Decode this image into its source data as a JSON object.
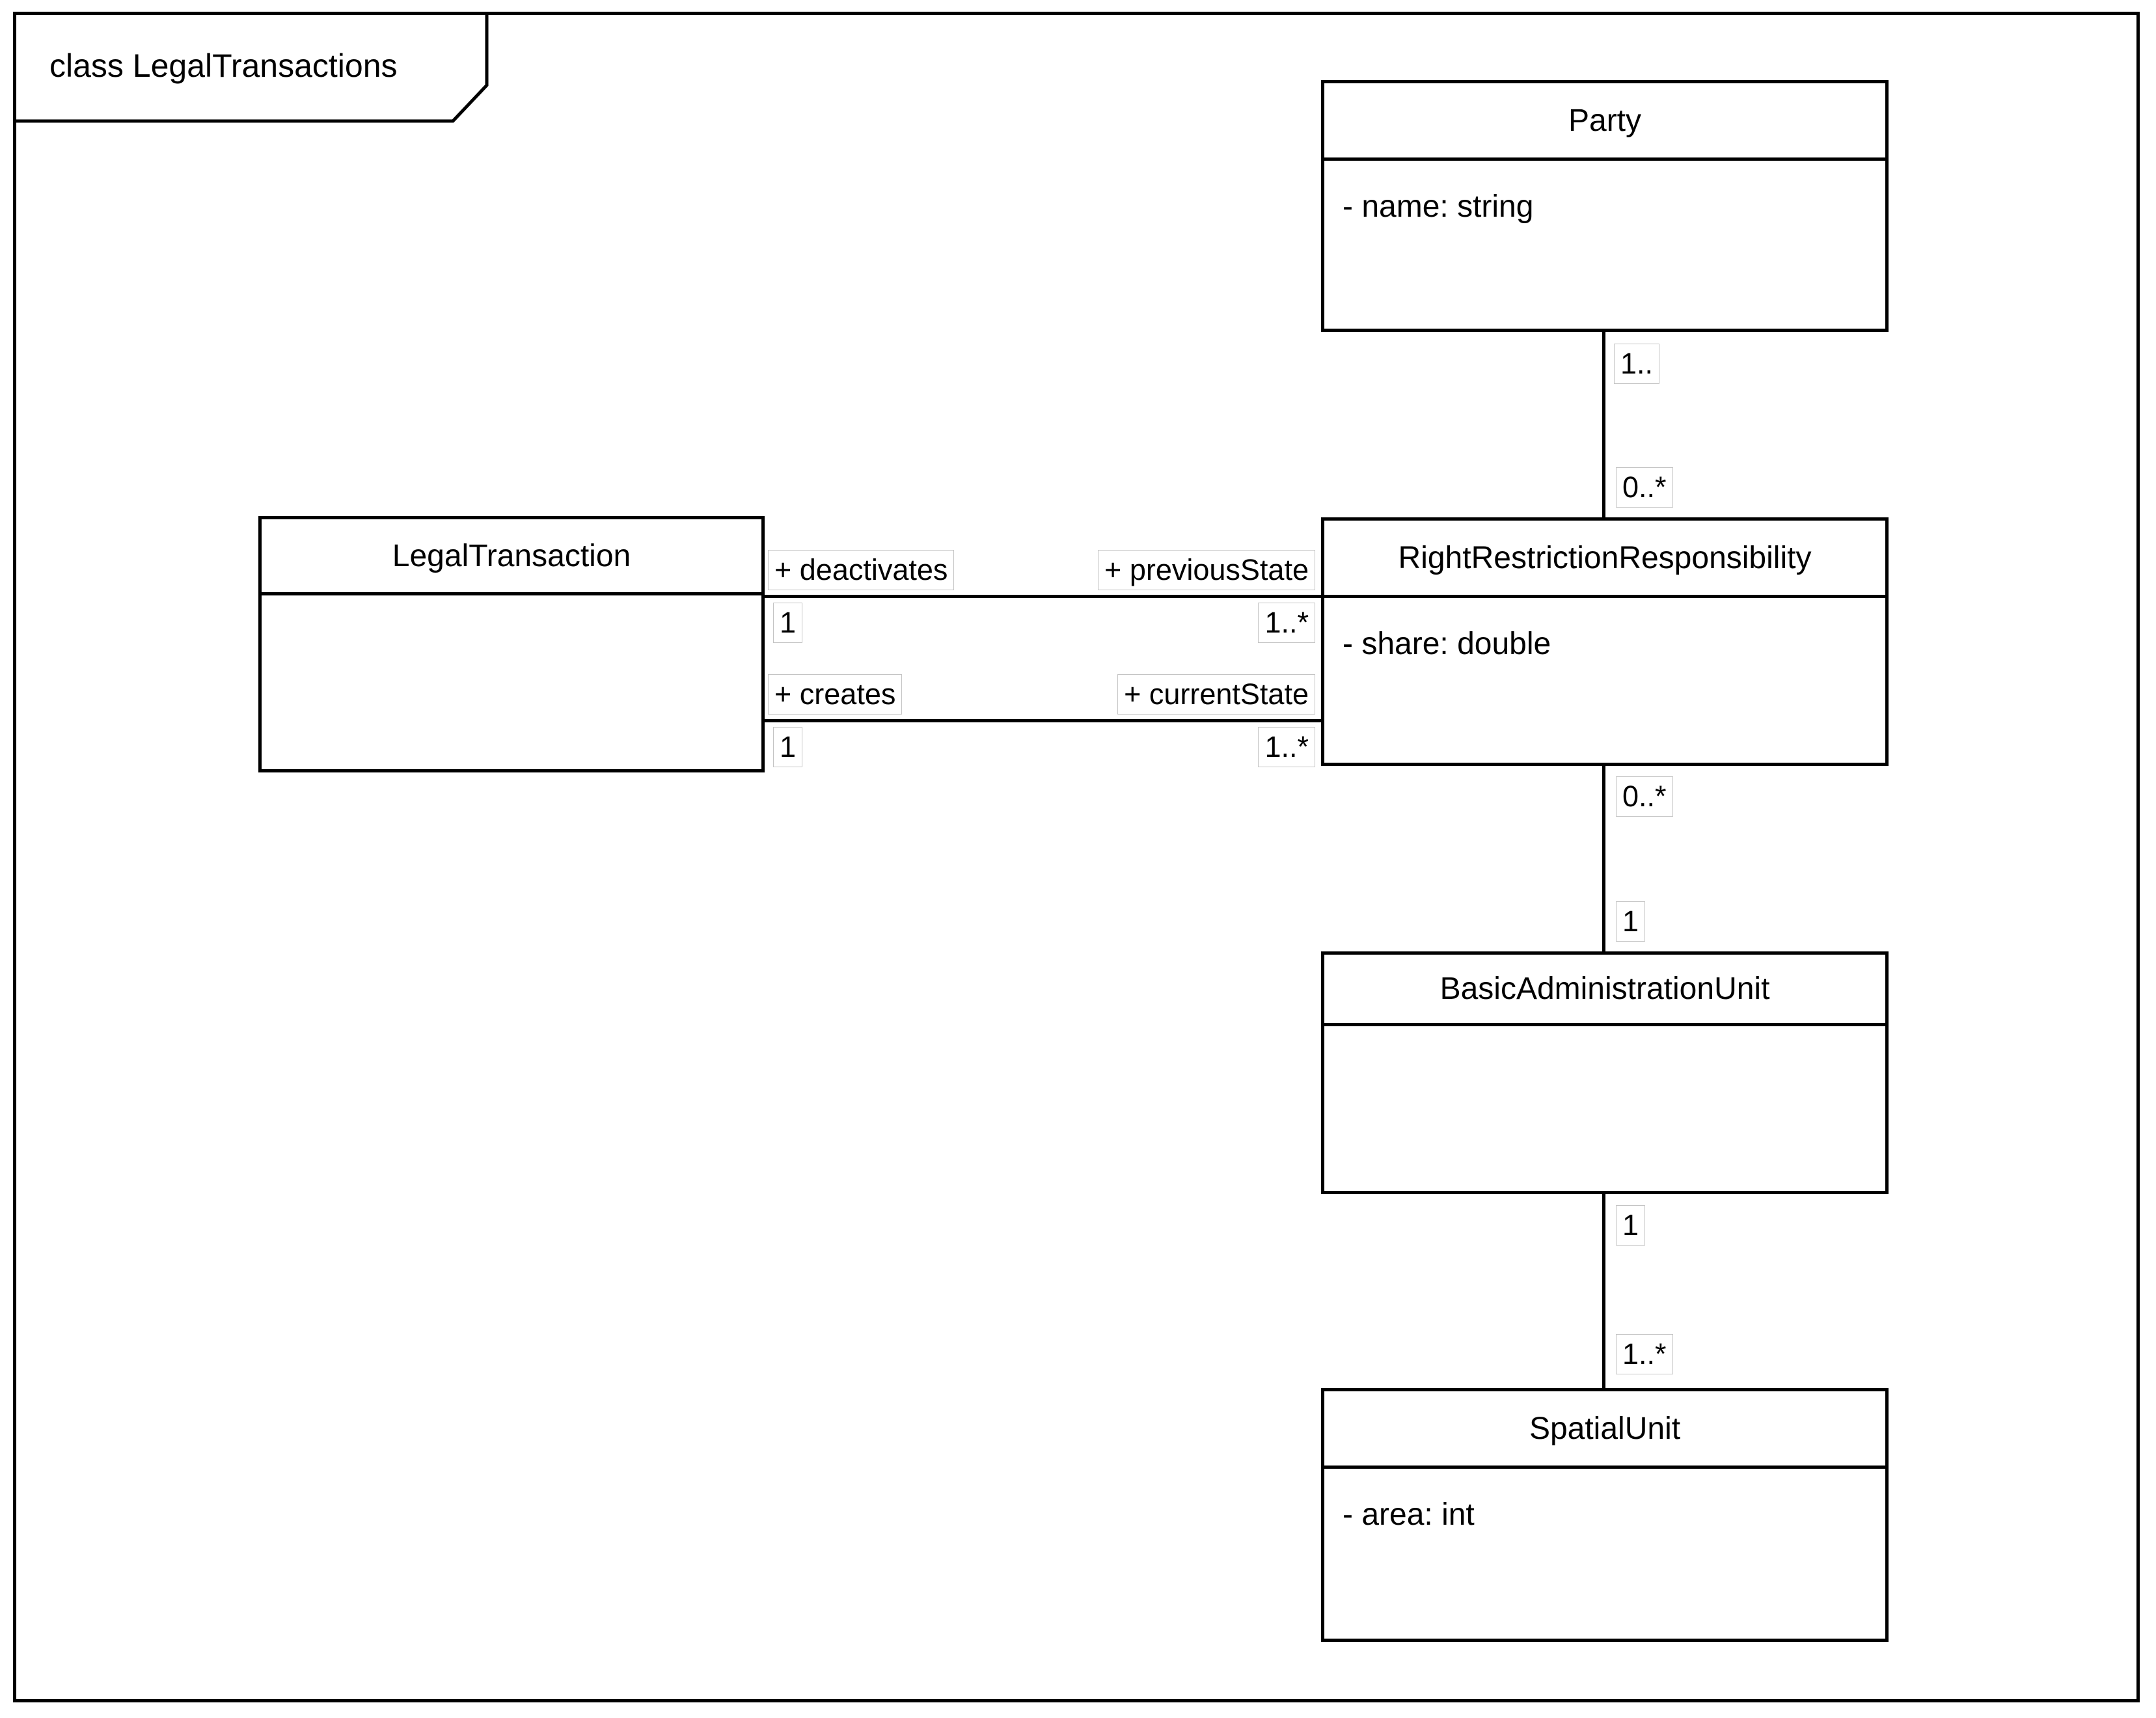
{
  "diagram": {
    "frame_label": "class LegalTransactions"
  },
  "classes": [
    {
      "id": "party",
      "name": "Party",
      "attributes": [
        "- name: string"
      ]
    },
    {
      "id": "legal-transaction",
      "name": "LegalTransaction",
      "attributes": []
    },
    {
      "id": "right-restriction-responsibility",
      "name": "RightRestrictionResponsibility",
      "attributes": [
        "- share: double"
      ]
    },
    {
      "id": "basic-administration-unit",
      "name": "BasicAdministrationUnit",
      "attributes": []
    },
    {
      "id": "spatial-unit",
      "name": "SpatialUnit",
      "attributes": [
        "- area: int"
      ]
    }
  ],
  "associations": [
    {
      "from": "Party",
      "to": "RightRestrictionResponsibility",
      "from_multiplicity": "1..",
      "to_multiplicity": "0..*"
    },
    {
      "from": "LegalTransaction",
      "to": "RightRestrictionResponsibility",
      "from_role": "+ deactivates",
      "to_role": "+ previousState",
      "from_multiplicity": "1",
      "to_multiplicity": "1..*"
    },
    {
      "from": "LegalTransaction",
      "to": "RightRestrictionResponsibility",
      "from_role": "+ creates",
      "to_role": "+ currentState",
      "from_multiplicity": "1",
      "to_multiplicity": "1..*"
    },
    {
      "from": "RightRestrictionResponsibility",
      "to": "BasicAdministrationUnit",
      "from_multiplicity": "0..*",
      "to_multiplicity": "1"
    },
    {
      "from": "BasicAdministrationUnit",
      "to": "SpatialUnit",
      "from_multiplicity": "1",
      "to_multiplicity": "1..*"
    }
  ],
  "colors": {
    "line": "#000000",
    "background": "#ffffff",
    "label_border": "#c4c4c4"
  }
}
